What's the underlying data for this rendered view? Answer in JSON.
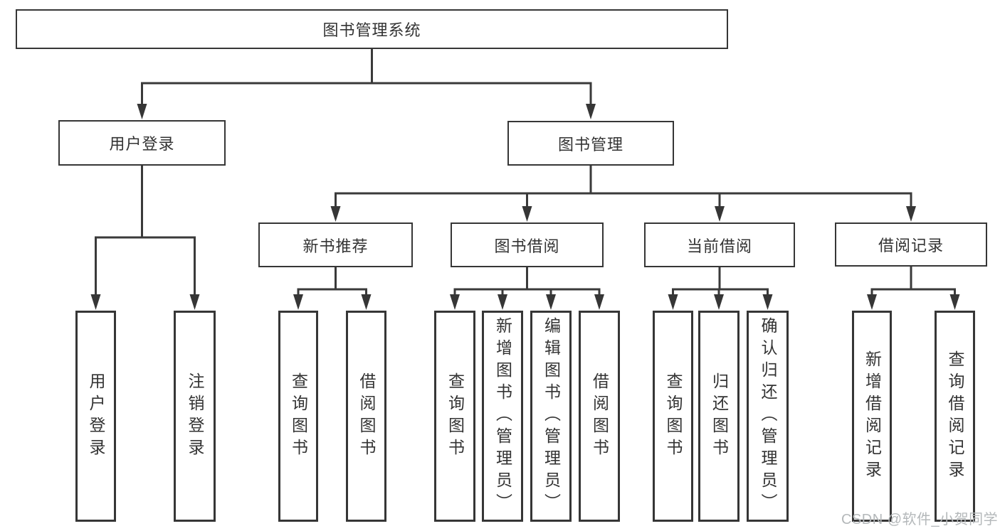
{
  "tree": {
    "root": "图书管理系统",
    "branches": [
      {
        "label": "用户登录",
        "children": [
          "用户登录",
          "注销登录"
        ]
      },
      {
        "label": "图书管理",
        "sections": [
          {
            "label": "新书推荐",
            "children": [
              "查询图书",
              "借阅图书"
            ]
          },
          {
            "label": "图书借阅",
            "children": [
              "查询图书",
              "新增图书（管理员）",
              "编辑图书（管理员）",
              "借阅图书"
            ]
          },
          {
            "label": "当前借阅",
            "children": [
              "查询图书",
              "归还图书",
              "确认归还（管理员）"
            ]
          },
          {
            "label": "借阅记录",
            "children": [
              "新增借阅记录",
              "查询借阅记录"
            ]
          }
        ]
      }
    ]
  },
  "watermark": "CSDN @软件_小贺同学",
  "colors": {
    "line": "#3a3a3a",
    "border": "#363636",
    "text": "#333333",
    "watermark": "#b4b8ba",
    "background": "#ffffff"
  }
}
